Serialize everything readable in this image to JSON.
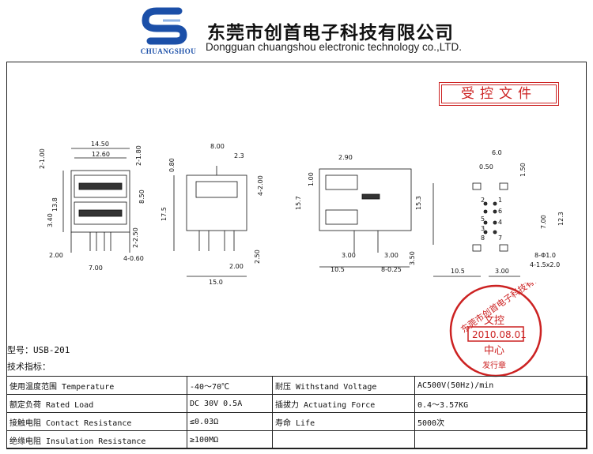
{
  "header": {
    "logo_text": "CHUANGSHOU",
    "company_cn": "东莞市创首电子科技有限公司",
    "company_en": "Dongguan chuangshou electronic technology co.,LTD."
  },
  "controlled_label": "受控文件",
  "drawing": {
    "front": [
      "14.50",
      "12.60",
      "2-1.00",
      "2-1.80",
      "13.8",
      "3.40",
      "8.50",
      "2-2.50",
      "4-0.60",
      "2.00",
      "7.00"
    ],
    "side": [
      "8.00",
      "2.3",
      "0.80",
      "4-2.00",
      "17.5",
      "2.50",
      "2.00",
      "15.0"
    ],
    "top": [
      "2.90",
      "1.00",
      "15.7",
      "15.3",
      "3.00",
      "3.00",
      "3.50",
      "10.5",
      "8-0.25"
    ],
    "footprint": [
      "6.0",
      "0.50",
      "1.50",
      "2",
      "1",
      "6",
      "5",
      "4",
      "3",
      "8",
      "7",
      "7.00",
      "12.3",
      "8-Φ1.0",
      "4-1.5x2.0",
      "10.5",
      "3.00"
    ]
  },
  "stamp": {
    "arc": "东莞市创首电子科技有限公司",
    "line1": "文控",
    "date": "2010.08.01",
    "line2": "中心",
    "bottom": "发行章"
  },
  "model": "型号：USB-201",
  "spec_title": "技术指标：",
  "specs": [
    [
      "使用温度范围 Temperature",
      "-40～70℃",
      "耐压 Withstand Voltage",
      "AC500V(50Hz)/min"
    ],
    [
      "额定负荷 Rated Load",
      "DC 30V 0.5A",
      "插拔力 Actuating Force",
      "0.4～3.57KG"
    ],
    [
      "接触电阻 Contact Resistance",
      "≤0.03Ω",
      "寿命 Life",
      "5000次"
    ],
    [
      "绝缘电阻 Insulation Resistance",
      "≥100MΩ",
      "",
      ""
    ]
  ],
  "colors": {
    "logo_blue": "#1b4fa8",
    "stamp_red": "#cc2222"
  }
}
